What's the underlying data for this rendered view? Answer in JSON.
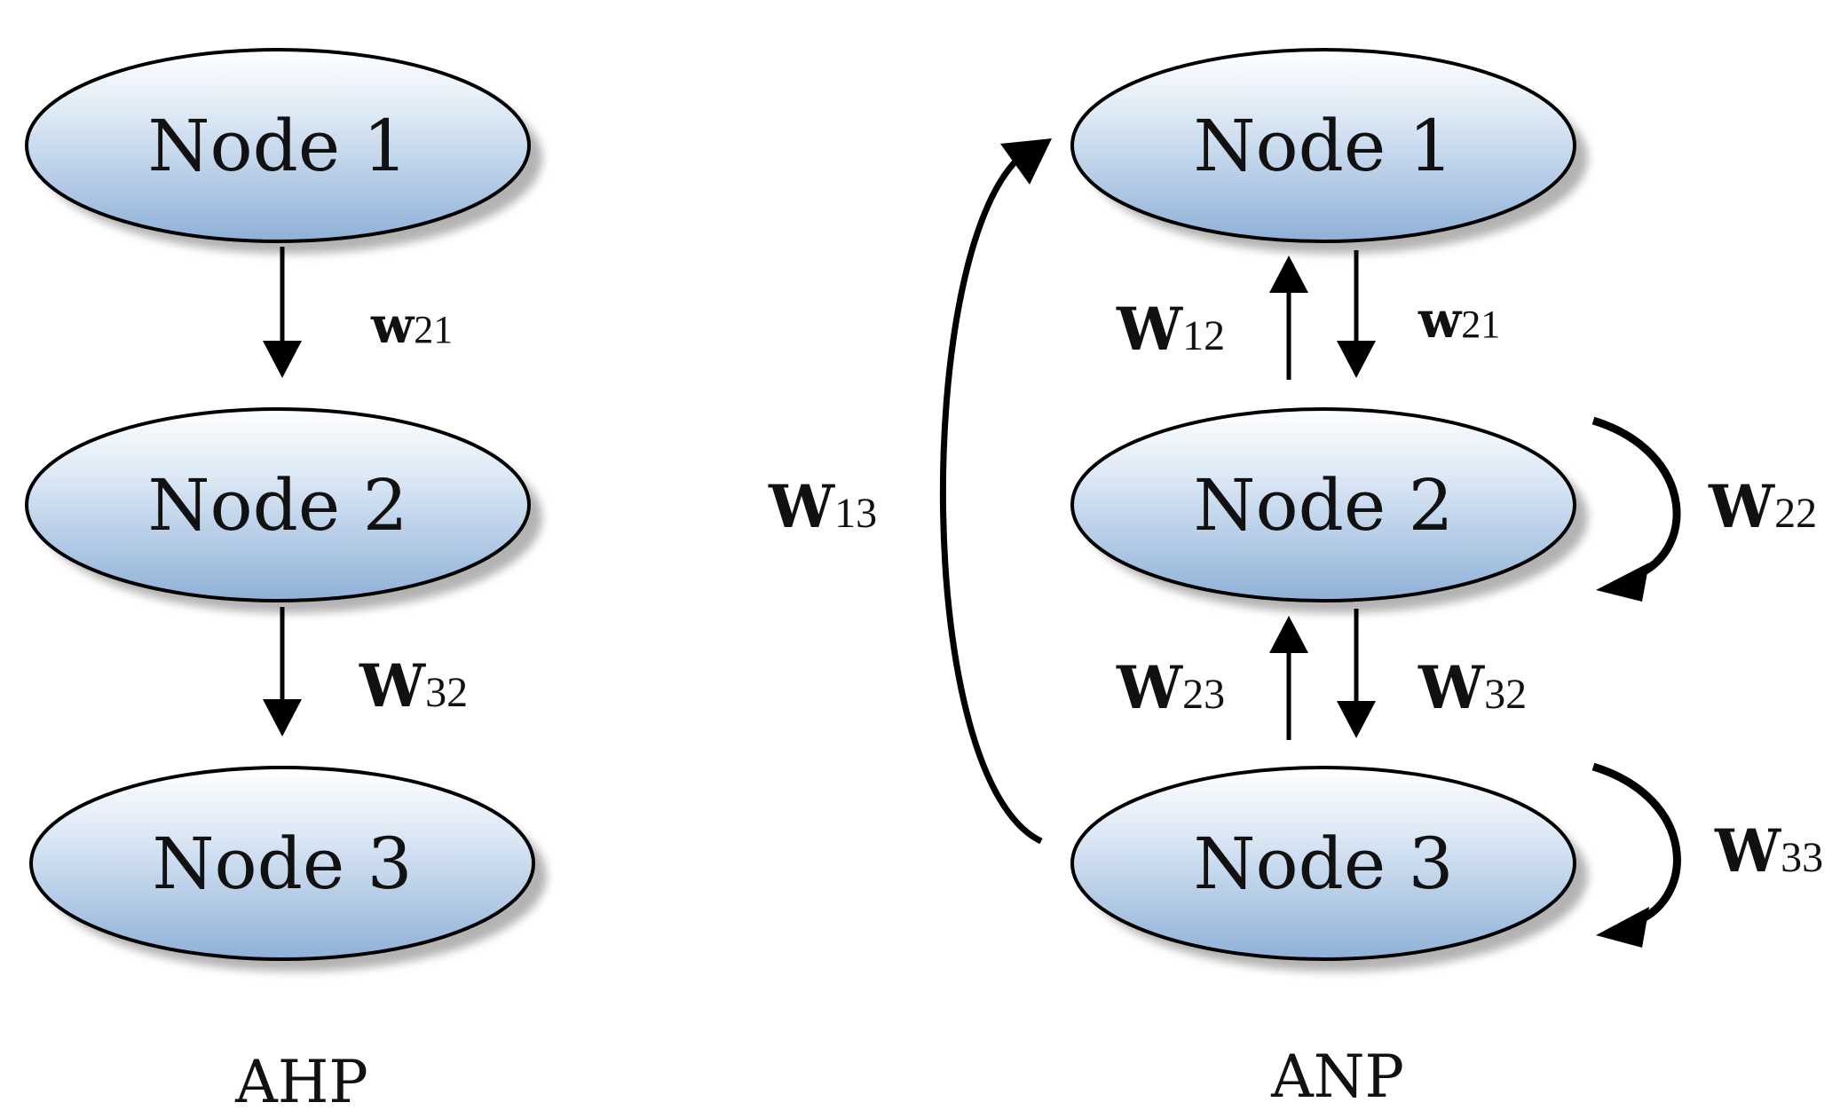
{
  "colors": {
    "node_fill_top": "#ffffff",
    "node_fill_bottom": "#8fb1d8",
    "node_stroke": "#000000",
    "shadow": "#9a9a9a",
    "arrow": "#000000"
  },
  "ahp": {
    "caption": "AHP",
    "nodes": [
      {
        "label": "Node 1"
      },
      {
        "label": "Node 2"
      },
      {
        "label": "Node 3"
      }
    ],
    "edges": {
      "w21": {
        "main": "w",
        "sub": "21"
      },
      "w32": {
        "main": "W",
        "sub": "32"
      }
    }
  },
  "anp": {
    "caption": "ANP",
    "nodes": [
      {
        "label": "Node 1"
      },
      {
        "label": "Node 2"
      },
      {
        "label": "Node 3"
      }
    ],
    "edges": {
      "w12": {
        "main": "W",
        "sub": "12"
      },
      "w21": {
        "main": "w",
        "sub": "21"
      },
      "w23": {
        "main": "W",
        "sub": "23"
      },
      "w32": {
        "main": "W",
        "sub": "32"
      },
      "w13": {
        "main": "W",
        "sub": "13"
      },
      "w22": {
        "main": "W",
        "sub": "22"
      },
      "w33": {
        "main": "W",
        "sub": "33"
      }
    }
  }
}
